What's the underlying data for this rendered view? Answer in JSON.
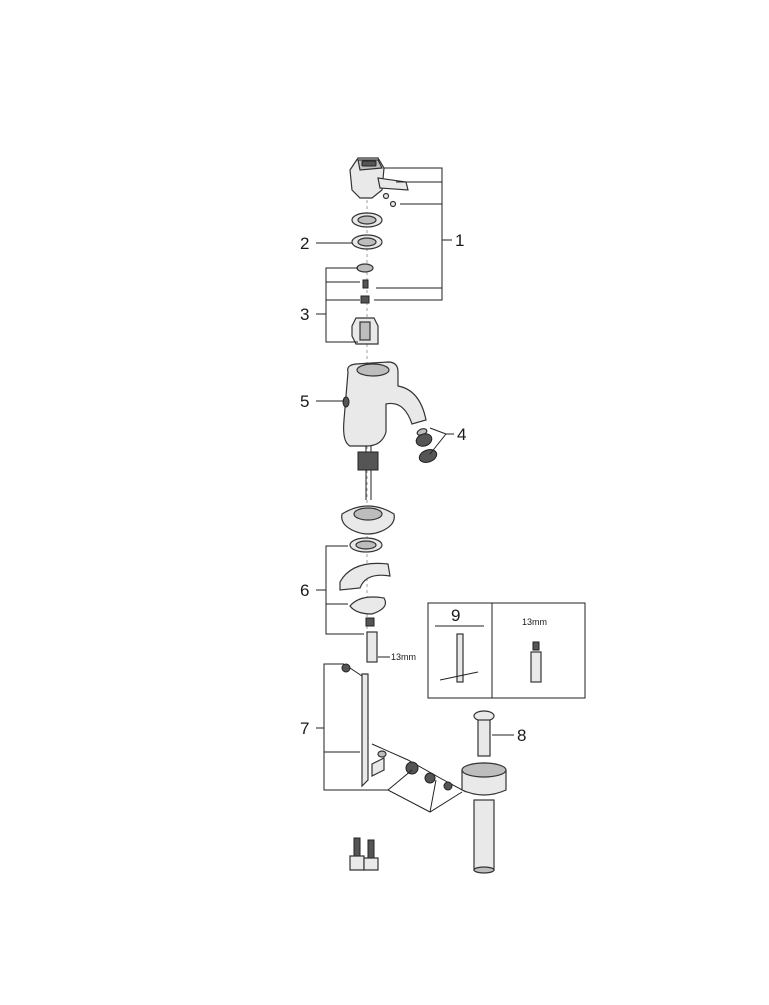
{
  "callouts": {
    "c1": "1",
    "c2": "2",
    "c3": "3",
    "c4": "4",
    "c5": "5",
    "c6": "6",
    "c7": "7",
    "c8": "8"
  },
  "tool_size_label": "13mm",
  "inset": {
    "number": "9",
    "size_label": "13mm"
  }
}
